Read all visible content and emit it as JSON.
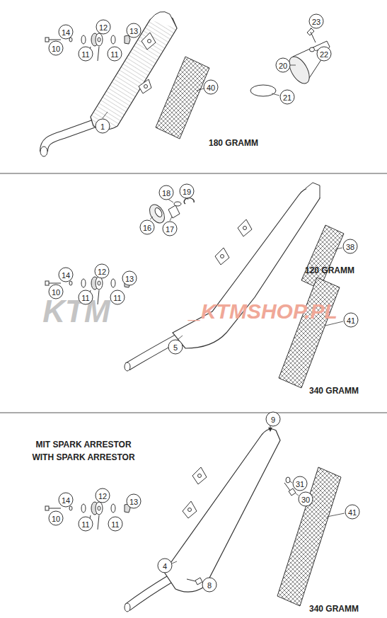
{
  "diagram": {
    "labels": [
      "14",
      "12",
      "13",
      "10",
      "11",
      "11",
      "1",
      "40",
      "180 GRAMM",
      "20",
      "23",
      "22",
      "21",
      "18",
      "19",
      "16",
      "17",
      "38",
      "120 GRAMM",
      "14",
      "12",
      "13",
      "10",
      "11",
      "11",
      "KTM",
      "_KTMSHOP.PL",
      "5",
      "41",
      "340 GRAMM",
      "9",
      "MIT SPARK ARRESTOR",
      "WITH SPARK ARRESTOR",
      "14",
      "12",
      "13",
      "10",
      "11",
      "11",
      "31",
      "30",
      "4",
      "8",
      "41",
      "340 GRAMM"
    ]
  }
}
